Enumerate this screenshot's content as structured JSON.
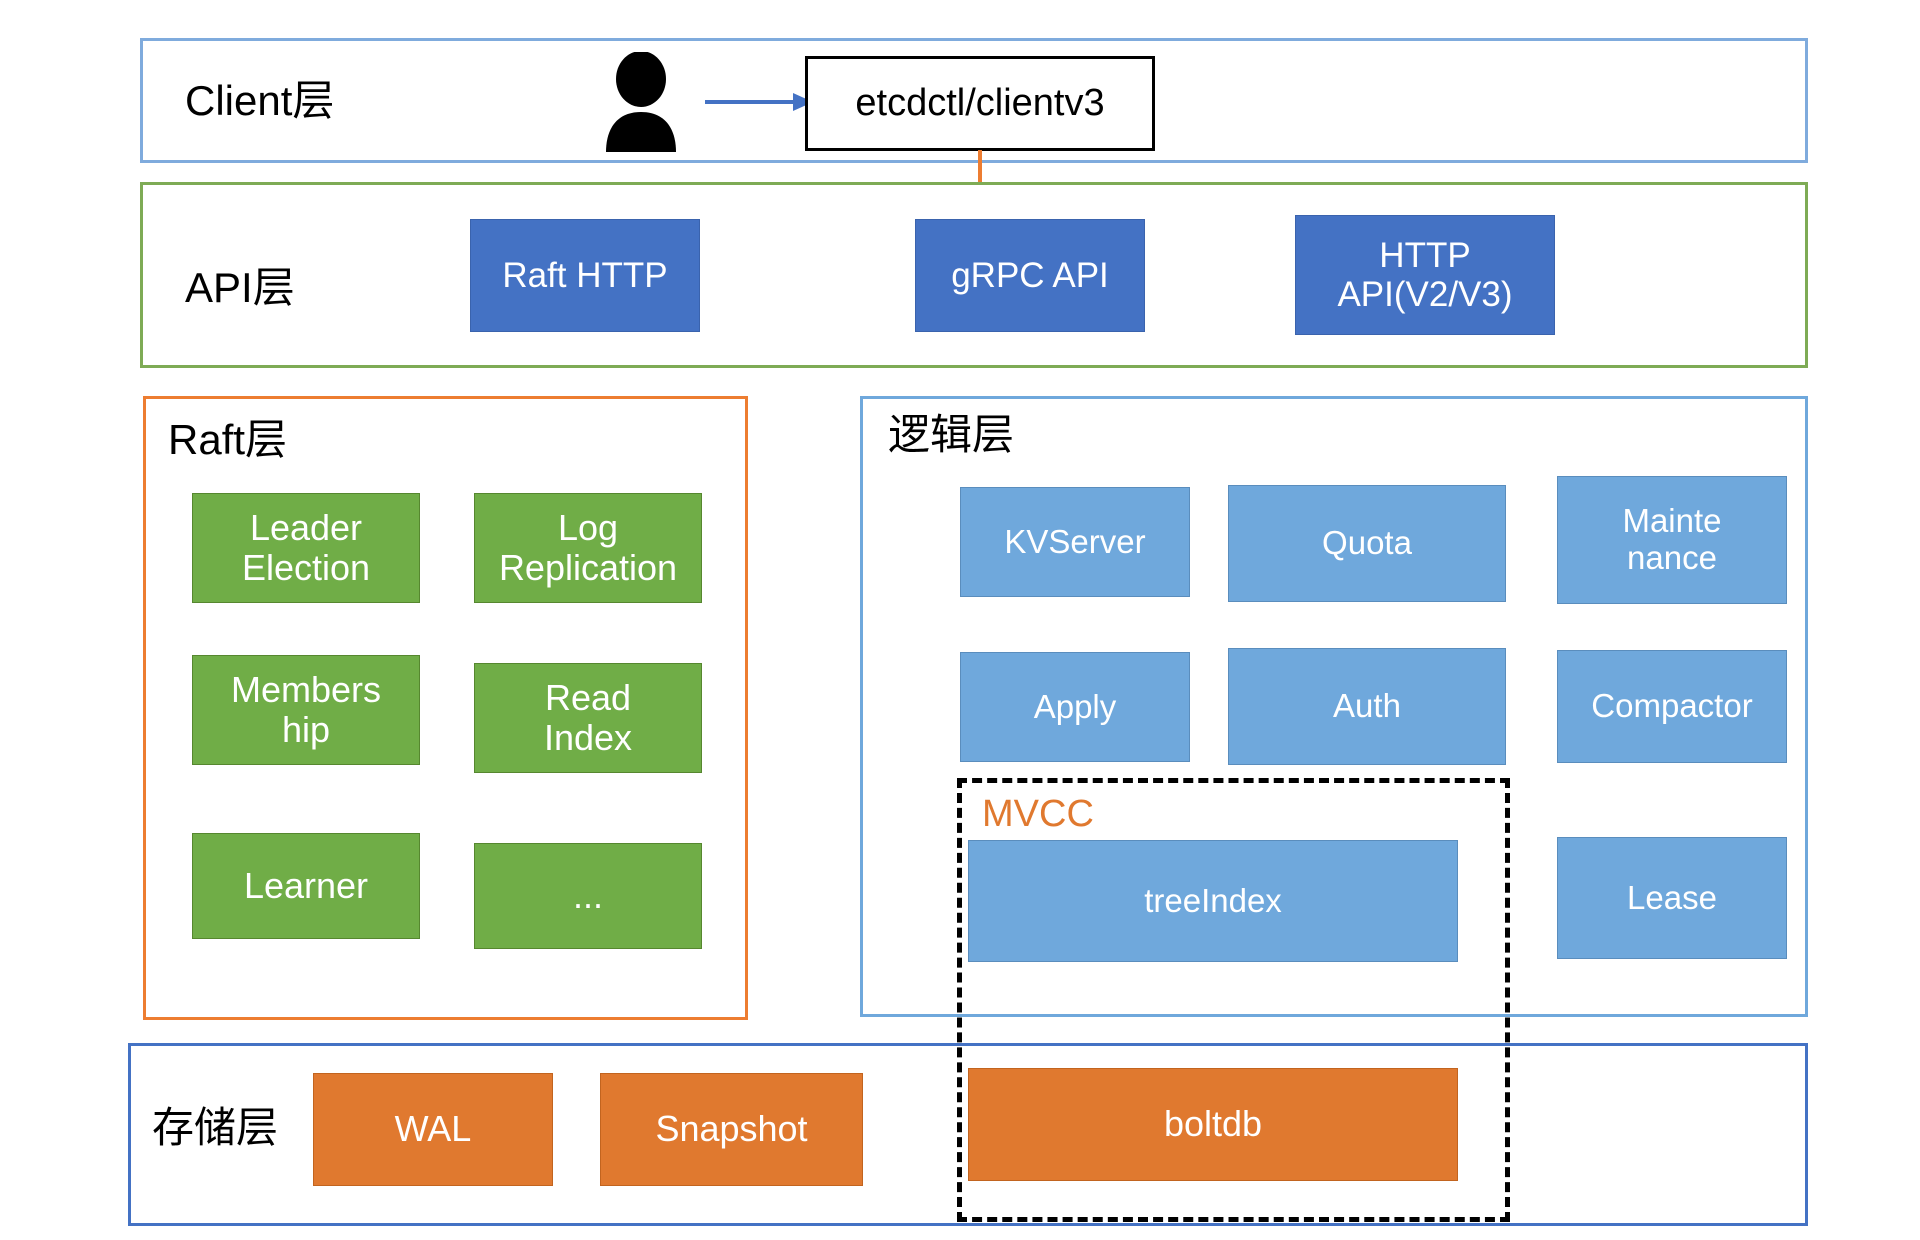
{
  "diagram": {
    "title": "etcd architecture layers",
    "colors": {
      "client_frame": "#7FABDD",
      "api_frame": "#7EAB55",
      "raft_frame": "#ED7D31",
      "logic_frame": "#6FA8DC",
      "storage_frame": "#4472C4",
      "api_node": "#4472C4",
      "raft_node": "#70AD47",
      "logic_node": "#6FA8DC",
      "storage_node": "#E0792F",
      "mvcc_label": "#E0792F",
      "arrow_client": "#4472C4",
      "arrow_api": "#ED7D31"
    }
  },
  "client_layer": {
    "title": "Client层",
    "user_icon": "user-icon",
    "client_box": "etcdctl/clientv3",
    "arrow_to_client": "arrow-right",
    "arrow_to_api": "arrow-down"
  },
  "api_layer": {
    "title": "API层",
    "nodes": [
      {
        "label": "Raft HTTP"
      },
      {
        "label": "gRPC API"
      },
      {
        "label": "HTTP\nAPI(V2/V3)"
      }
    ]
  },
  "raft_layer": {
    "title": "Raft层",
    "nodes": [
      {
        "label": "Leader\nElection"
      },
      {
        "label": "Log\nReplication"
      },
      {
        "label": "Members\nhip"
      },
      {
        "label": "Read\nIndex"
      },
      {
        "label": "Learner"
      },
      {
        "label": "..."
      }
    ]
  },
  "logic_layer": {
    "title": "逻辑层",
    "nodes": [
      {
        "label": "KVServer"
      },
      {
        "label": "Quota"
      },
      {
        "label": "Mainte\nnance"
      },
      {
        "label": "Apply"
      },
      {
        "label": "Auth"
      },
      {
        "label": "Compactor"
      },
      {
        "label": "treeIndex"
      },
      {
        "label": "Lease"
      }
    ]
  },
  "mvcc": {
    "label": "MVCC",
    "members": [
      "treeIndex",
      "boltdb"
    ]
  },
  "storage_layer": {
    "title": "存储层",
    "nodes": [
      {
        "label": "WAL"
      },
      {
        "label": "Snapshot"
      },
      {
        "label": "boltdb"
      }
    ]
  }
}
